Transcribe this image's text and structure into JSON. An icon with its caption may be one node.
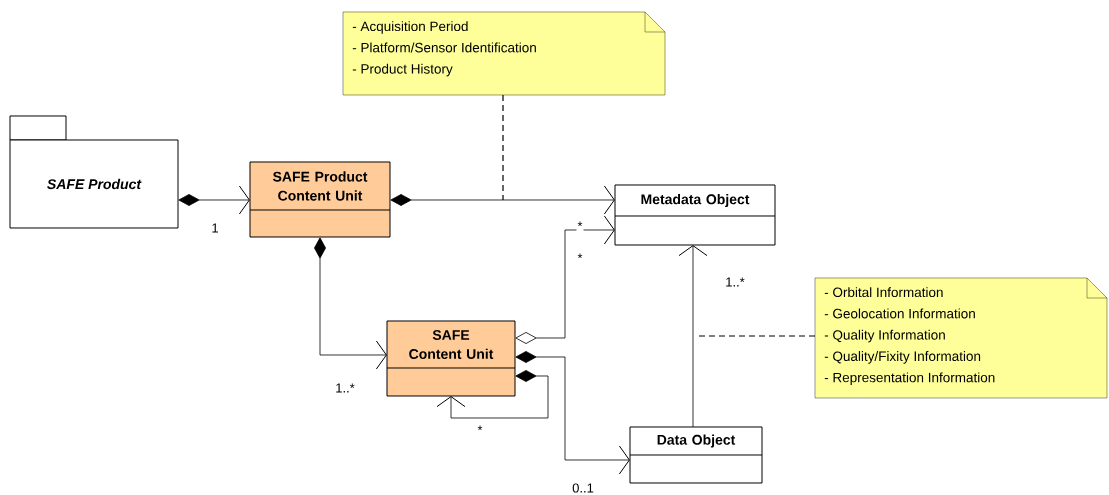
{
  "diagram": {
    "nodes": [
      {
        "text": [
          "SAFE Product"
        ]
      },
      {
        "text": [
          "SAFE Product Content Unit"
        ]
      },
      {
        "text": [
          "Metadata Object"
        ]
      },
      {
        "text": [
          "SAFE Content Unit"
        ]
      },
      {
        "text": [
          "Data Object"
        ]
      },
      {
        "text": [
          "- Acquisition Period",
          "- Platform/Sensor Identification",
          "- Product History"
        ]
      },
      {
        "text": [
          "- Orbital Information",
          "- Geolocation Information",
          "- Quality Information",
          "- Quality/Fixity Information",
          "- Representation Information"
        ]
      }
    ],
    "edges": [
      {
        "from": 0,
        "to": 1,
        "arrow": "to",
        "label": "1"
      },
      {
        "from": 1,
        "to": 2,
        "arrow": "to"
      },
      {
        "from": 1,
        "to": 3,
        "arrow": "to",
        "label": "1..*"
      },
      {
        "from": 3,
        "to": 2,
        "arrow": "to",
        "label": "*"
      },
      {
        "from": 3,
        "to": 4,
        "arrow": "to",
        "label": "0..1"
      },
      {
        "from": 3,
        "to": 3,
        "arrow": "to",
        "label": "*"
      },
      {
        "from": 4,
        "to": 2,
        "arrow": "to",
        "label": "1..*"
      },
      {
        "from": 5,
        "to": null,
        "arrow": "none",
        "style": "dashed"
      },
      {
        "from": 6,
        "to": null,
        "arrow": "none",
        "style": "dashed"
      }
    ],
    "labels": [
      "*"
    ]
  }
}
